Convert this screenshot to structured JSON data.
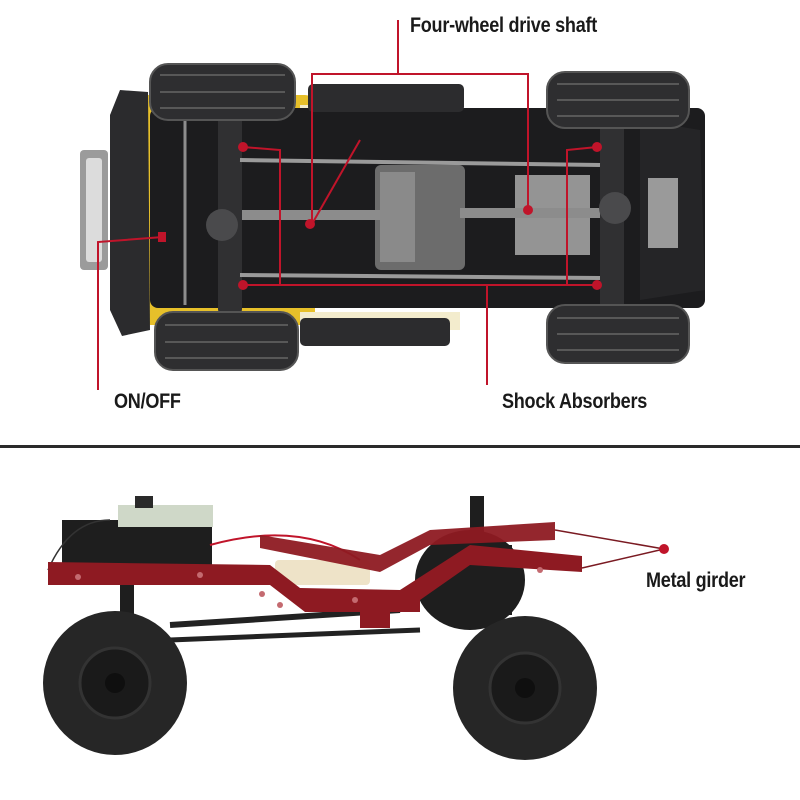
{
  "top_view": {
    "description": "Underside view of RC crawler chassis",
    "callouts": [
      {
        "id": "drive_shaft",
        "label": "Four-wheel drive shaft"
      },
      {
        "id": "on_off",
        "label": "ON/OFF"
      },
      {
        "id": "shocks",
        "label": "Shock Absorbers"
      }
    ]
  },
  "bottom_view": {
    "description": "Side view of RC crawler with red metal frame",
    "callouts": [
      {
        "id": "girder",
        "label": "Metal girder"
      }
    ]
  },
  "colors": {
    "callout_red": "#c0142a",
    "frame_red": "#8e1a22",
    "chassis_black": "#1c1c1e",
    "body_yellow": "#e7c02a",
    "tire": "#2a2a2a"
  }
}
